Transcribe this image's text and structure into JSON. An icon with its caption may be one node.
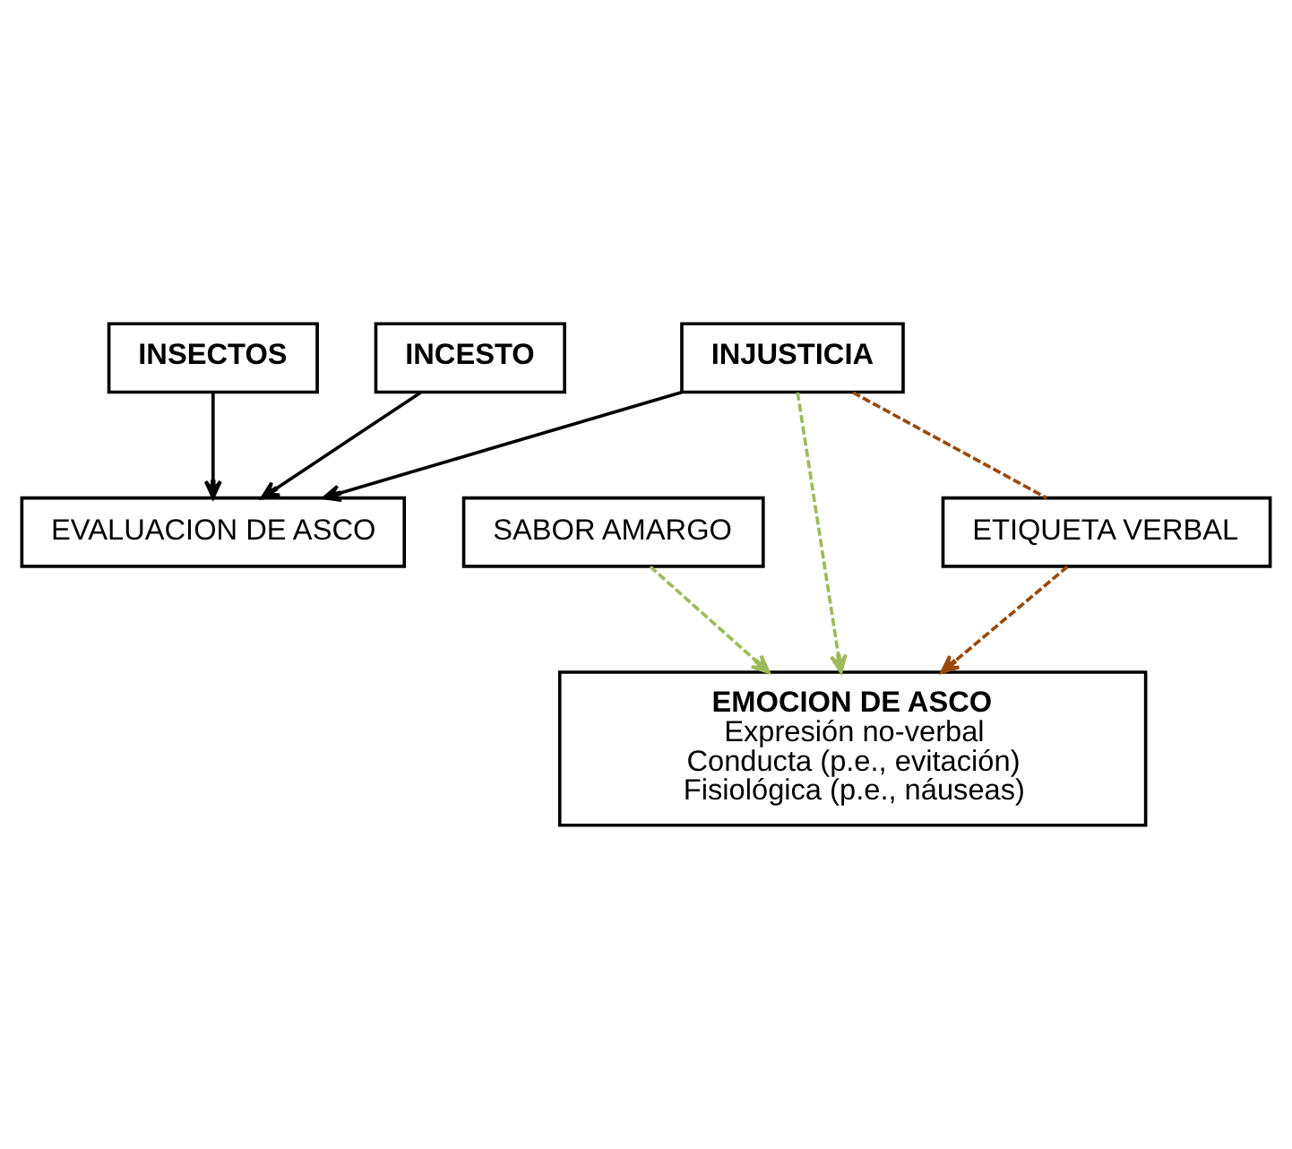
{
  "diagram": {
    "nodes": [
      {
        "text": [
          "INSECTOS"
        ]
      },
      {
        "text": [
          "INCESTO"
        ]
      },
      {
        "text": [
          "INJUSTICIA"
        ]
      },
      {
        "text": [
          "SABOR AMARGO"
        ]
      },
      {
        "text": [
          "EVALUACION DE ASCO"
        ]
      },
      {
        "text": [
          "ETIQUETA VERBAL"
        ]
      },
      {
        "text": [
          "EMOCION DE ASCO",
          "Expresión no-verbal",
          "Conducta (p.e., evitación)",
          "Fisiológica (p.e., náuseas)"
        ]
      }
    ],
    "edges": [
      {
        "from": 0,
        "to": 4,
        "arrow": "to"
      },
      {
        "from": 1,
        "to": 4,
        "arrow": "to"
      },
      {
        "from": 2,
        "to": 4,
        "arrow": "to"
      },
      {
        "from": 3,
        "to": 6,
        "arrow": "to",
        "style": "dashed",
        "color": "#9bbb59"
      },
      {
        "from": 2,
        "to": 6,
        "arrow": "to",
        "style": "dashed",
        "color": "#9bbb59"
      },
      {
        "from": 2,
        "to": 5,
        "arrow": "none",
        "style": "dashed",
        "color": "#984807"
      },
      {
        "from": 5,
        "to": 6,
        "arrow": "to",
        "style": "dashed",
        "color": "#984807"
      }
    ]
  }
}
